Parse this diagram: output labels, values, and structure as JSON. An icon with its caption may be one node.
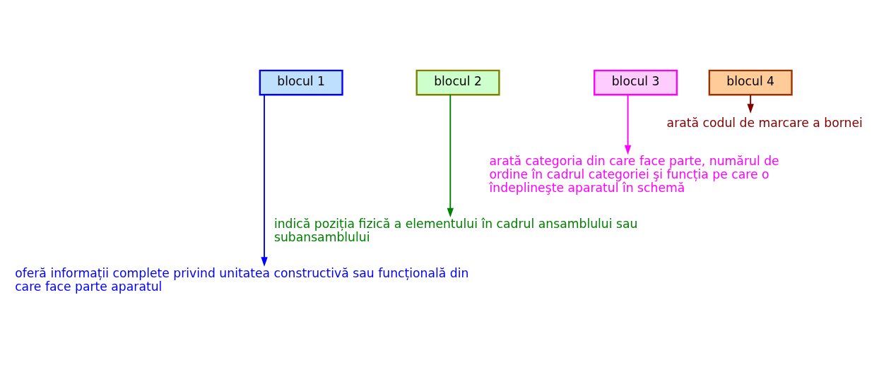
{
  "diagram": {
    "nodes": [
      {
        "text": [
          "blocul 1"
        ]
      },
      {
        "text": [
          "blocul 2"
        ]
      },
      {
        "text": [
          "blocul 3"
        ]
      },
      {
        "text": [
          "blocul 4"
        ]
      },
      {
        "text": [
          "arată codul de marcare a bornei"
        ]
      },
      {
        "text": [
          "arată categoria din care face parte, numărul de ordine în cadrul categoriei şi funcția pe care o îndeplineşte aparatul în schemă"
        ]
      },
      {
        "text": [
          "indică poziția fizică a elementului în cadrul ansamblului sau subansamblului"
        ]
      },
      {
        "text": [
          "oferă informații complete privind unitatea constructivă sau funcțională din care face parte aparatul"
        ]
      }
    ],
    "edges": [
      {
        "from": 3,
        "to": 4,
        "arrow": "to",
        "color": "#800000"
      },
      {
        "from": 2,
        "to": 5,
        "arrow": "to",
        "color": "#ff00ff"
      },
      {
        "from": 1,
        "to": 6,
        "arrow": "to",
        "color": "#008000"
      },
      {
        "from": 0,
        "to": 7,
        "arrow": "to",
        "color": "#0000ff"
      }
    ]
  }
}
